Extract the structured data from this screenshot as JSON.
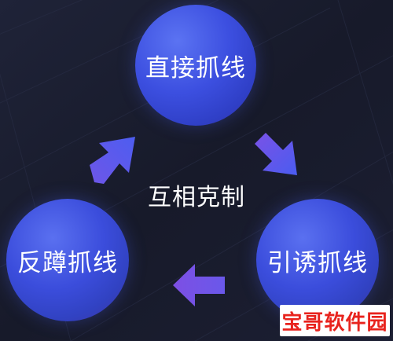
{
  "nodes": {
    "top": "直接抓线",
    "right": "引诱抓线",
    "left": "反蹲抓线"
  },
  "center_label": "互相克制",
  "watermark": "宝哥软件园",
  "colors": {
    "background": "#181b2c",
    "node": "#3c4fe0",
    "arrow_start": "#7a52e6",
    "arrow_end": "#4a5cf0",
    "text": "#ffffff",
    "watermark_text": "#e8231d"
  },
  "icons": [
    "arrow-down-right-icon",
    "arrow-left-icon",
    "arrow-up-right-icon"
  ]
}
